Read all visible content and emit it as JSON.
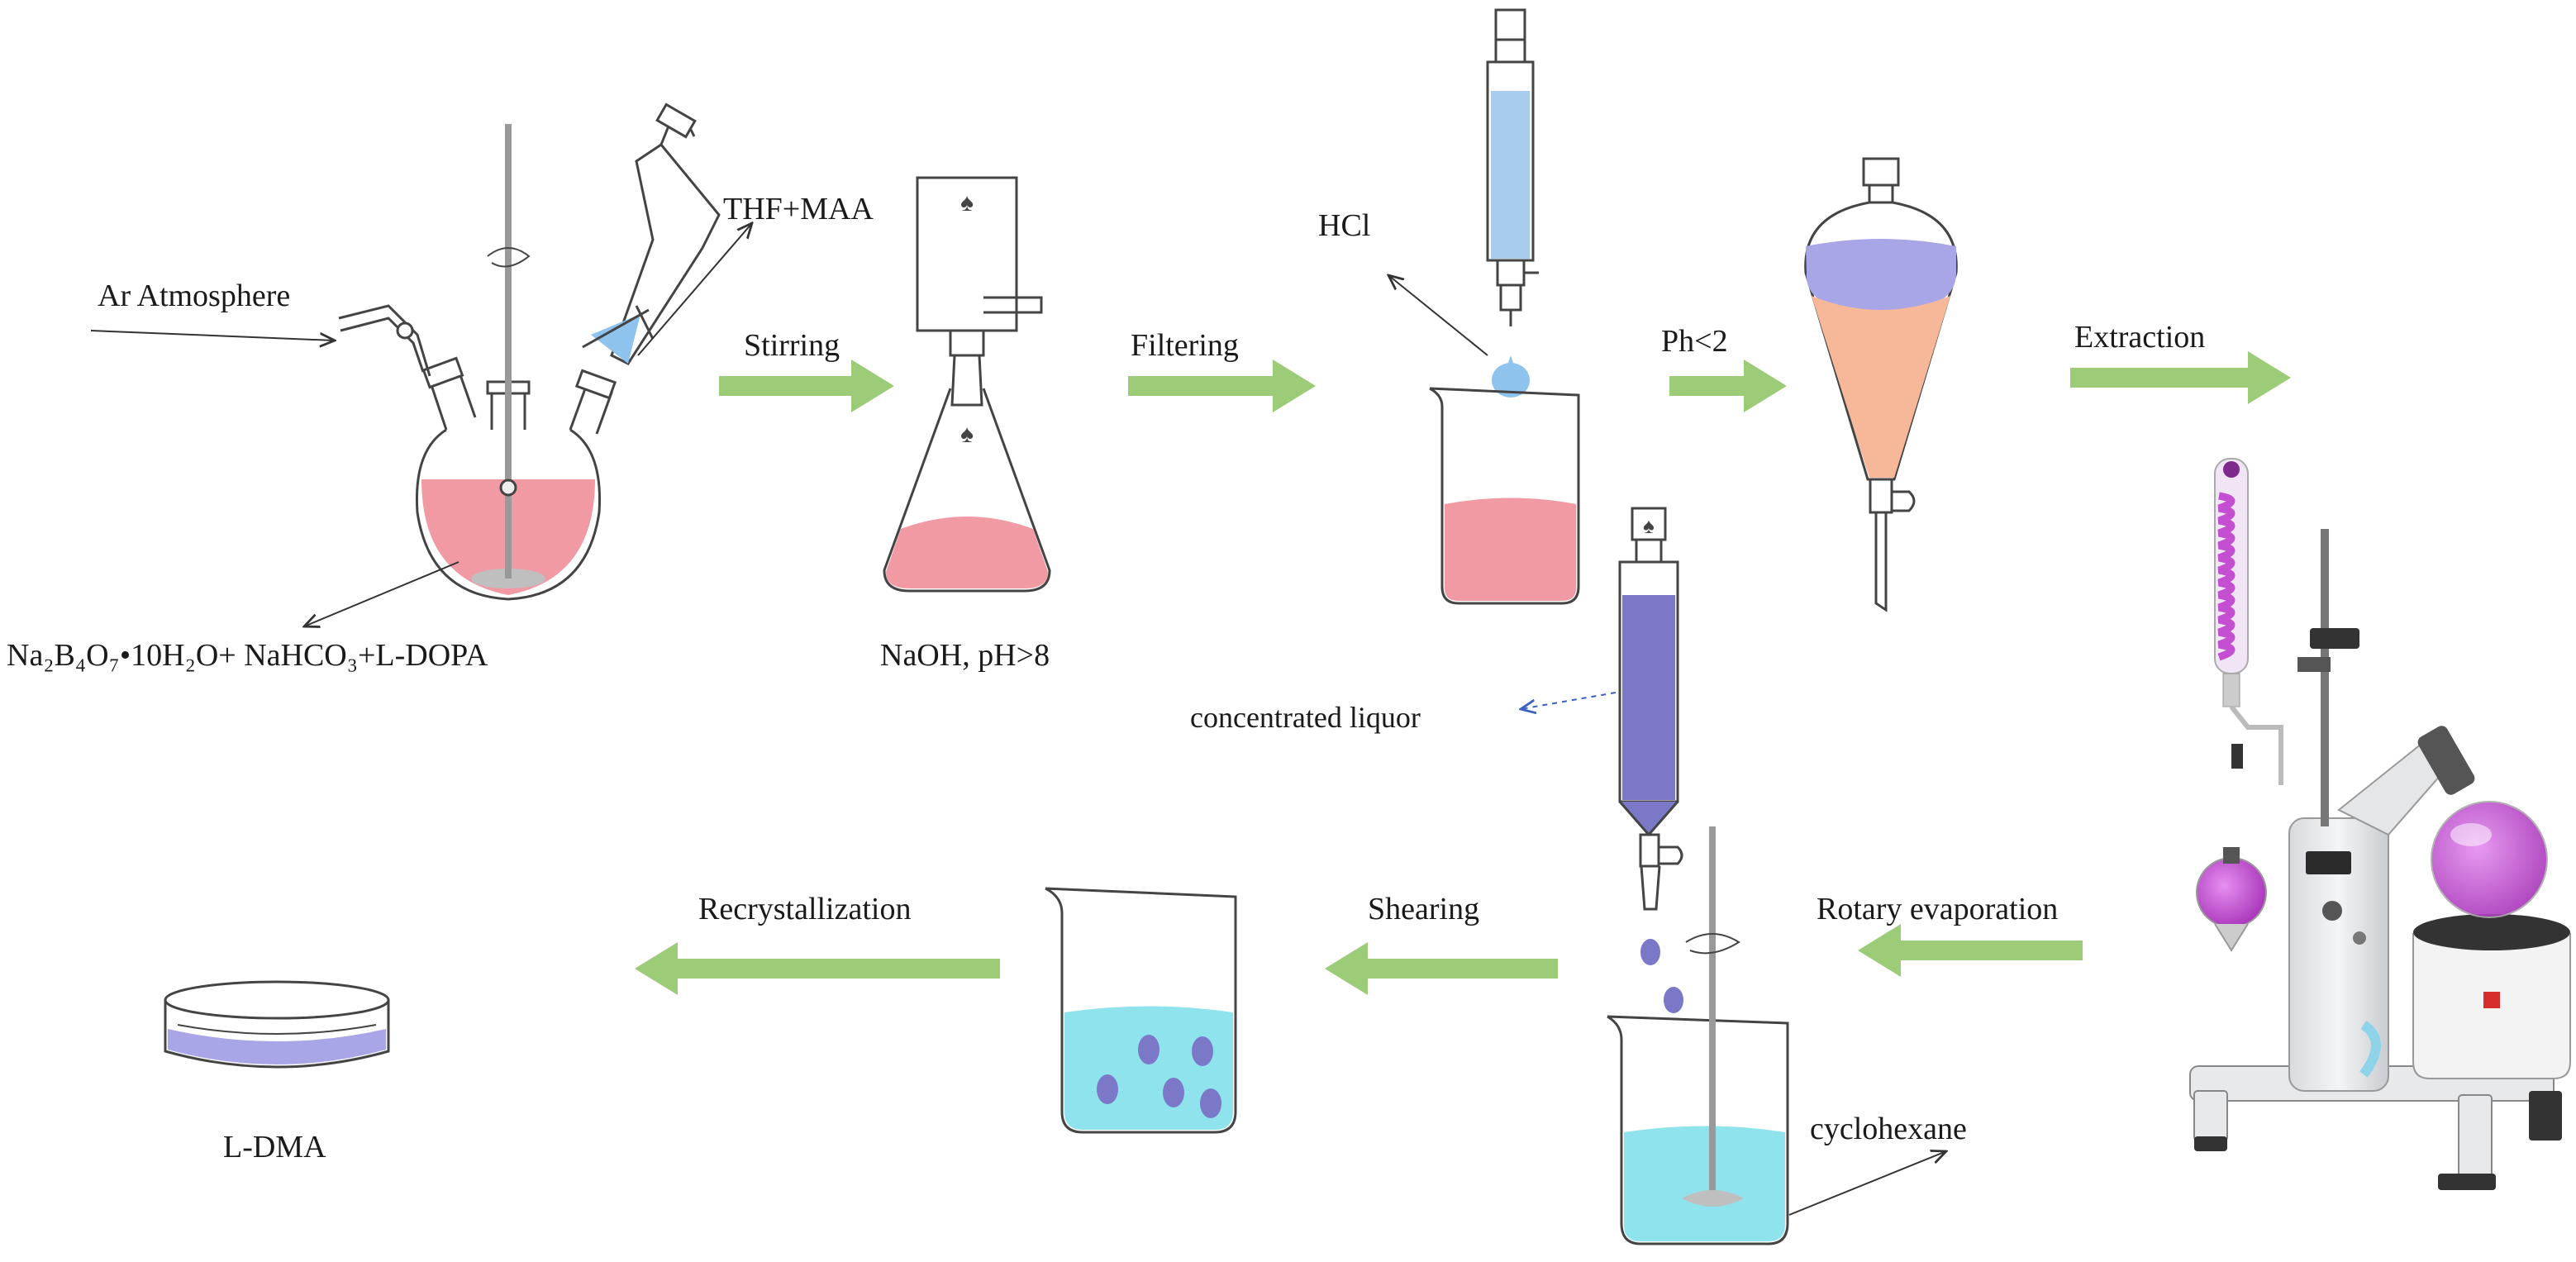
{
  "labels": {
    "ar_atmosphere": "Ar Atmosphere",
    "thf_maa": "THF+MAA",
    "reactants": "Na₂B₄O₇•10H₂O+ NaHCO₃+L-DOPA",
    "naoh": "NaOH, pH>8",
    "hcl": "HCl",
    "concentrated_liquor": "concentrated liquor",
    "cyclohexane": "cyclohexane",
    "product": "L-DMA"
  },
  "steps": {
    "stirring": "Stirring",
    "filtering": "Filtering",
    "ph": "Ph<2",
    "extraction": "Extraction",
    "rotary_evaporation": "Rotary evaporation",
    "shearing": "Shearing",
    "recrystallization": "Recrystallization"
  },
  "colors": {
    "arrow": "#9ccc78",
    "pink_liquid": "#f19aa3",
    "orange_liquid": "#f7b89a",
    "lavender": "#a9a6e8",
    "purple_liquid": "#7b78c8",
    "cyan_liquid": "#8fe3ec",
    "magenta": "#c44fd0",
    "glass": "#444444"
  }
}
